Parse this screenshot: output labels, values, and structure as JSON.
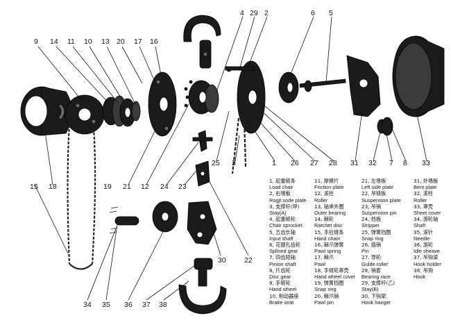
{
  "callouts": [
    "9",
    "14",
    "11",
    "10",
    "13",
    "20",
    "17",
    "16",
    "4",
    "29",
    "2",
    "6",
    "5",
    "15",
    "18",
    "19",
    "21",
    "12",
    "24",
    "23",
    "25",
    "3",
    "1",
    "26",
    "27",
    "28",
    "31",
    "32",
    "7",
    "8",
    "33",
    "34",
    "35",
    "36",
    "37",
    "38",
    "30",
    "22"
  ],
  "legend": [
    [
      {
        "cn": "1, 起重链条",
        "en": "Load chair"
      },
      {
        "cn": "2, 右墙板",
        "en": "Rogjt sode plate"
      },
      {
        "cn": "3, 支撑杆(甲)",
        "en": "Stay(A)"
      },
      {
        "cn": "4, 起重链轮",
        "en": "Chair sprocket"
      },
      {
        "cn": "5, 五齿长轴",
        "en": "Input shaft"
      },
      {
        "cn": "6, 花键孔齿轮",
        "en": "Spllned gear"
      },
      {
        "cn": "7, 四齿短轴",
        "en": "Pinion shaft"
      },
      {
        "cn": "8, 片齿轮",
        "en": "Disc gear"
      },
      {
        "cn": "9, 手链轮",
        "en": "Hand wheel"
      },
      {
        "cn": "10, 制动器座",
        "en": "Brake seat"
      }
    ],
    [
      {
        "cn": "11, 摩擦片",
        "en": "Friction plate"
      },
      {
        "cn": "12, 滚柱",
        "en": "Roller"
      },
      {
        "cn": "13, 轴承外圈",
        "en": "Outer bearing"
      },
      {
        "cn": "14, 棘轮",
        "en": "Ratchet disc"
      },
      {
        "cn": "15, 手拉链条",
        "en": "Hand chain"
      },
      {
        "cn": "16, 棘爪弹簧",
        "en": "Pawl spring"
      },
      {
        "cn": "17, 棘爪",
        "en": "Pawl"
      },
      {
        "cn": "18, 手链轮罩壳",
        "en": "Hand wheel cover"
      },
      {
        "cn": "19, 弹簧挡圈",
        "en": "Snap ring"
      },
      {
        "cn": "20, 棘爪销",
        "en": "Pawl pin"
      }
    ],
    [
      {
        "cn": "21, 左墙板",
        "en": "Left side plate"
      },
      {
        "cn": "22, 吊链板",
        "en": "Suspension plate"
      },
      {
        "cn": "23, 吊销",
        "en": "Suspension pin"
      },
      {
        "cn": "24, 挡板",
        "en": "Stripper"
      },
      {
        "cn": "25, 弹簧挡圈",
        "en": "Snap ring"
      },
      {
        "cn": "26, 插销",
        "en": "Pin"
      },
      {
        "cn": "27, 导轮",
        "en": "Gulde roller"
      },
      {
        "cn": "28, 销套",
        "en": "Bearing race"
      },
      {
        "cn": "29, 支撑杆(乙)",
        "en": "Stay(B)"
      },
      {
        "cn": "30, 下钩架",
        "en": "Hook hanger"
      }
    ],
    [
      {
        "cn": "31, 外墙板",
        "en": "Bent plate"
      },
      {
        "cn": "32, 滚柱",
        "en": "Roller"
      },
      {
        "cn": "33, 罩壳",
        "en": "Sheet cover"
      },
      {
        "cn": "34, 游轮轴",
        "en": "Shaft"
      },
      {
        "cn": "35, 滚针",
        "en": "Needle"
      },
      {
        "cn": "36, 游轮",
        "en": "Idle sheave"
      },
      {
        "cn": "37, 吊钩梁",
        "en": "Hook holder"
      },
      {
        "cn": "38, 吊钩",
        "en": "Hook"
      }
    ]
  ]
}
